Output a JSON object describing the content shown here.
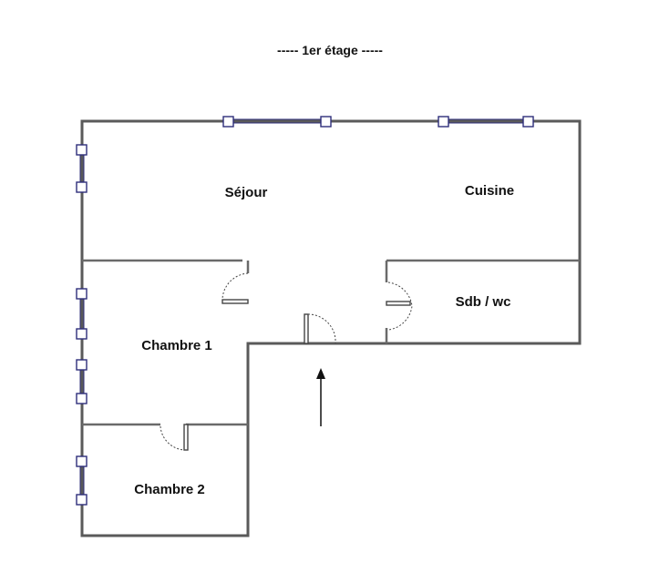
{
  "plan": {
    "title": "-----  1er étage  -----",
    "rooms": {
      "sejour": "Séjour",
      "cuisine": "Cuisine",
      "sdb": "Sdb / wc",
      "chambre1": "Chambre 1",
      "chambre2": "Chambre 2"
    },
    "colors": {
      "walls": "#5a5a5a",
      "windows": "#2e2e7a",
      "background": "#ffffff"
    }
  }
}
